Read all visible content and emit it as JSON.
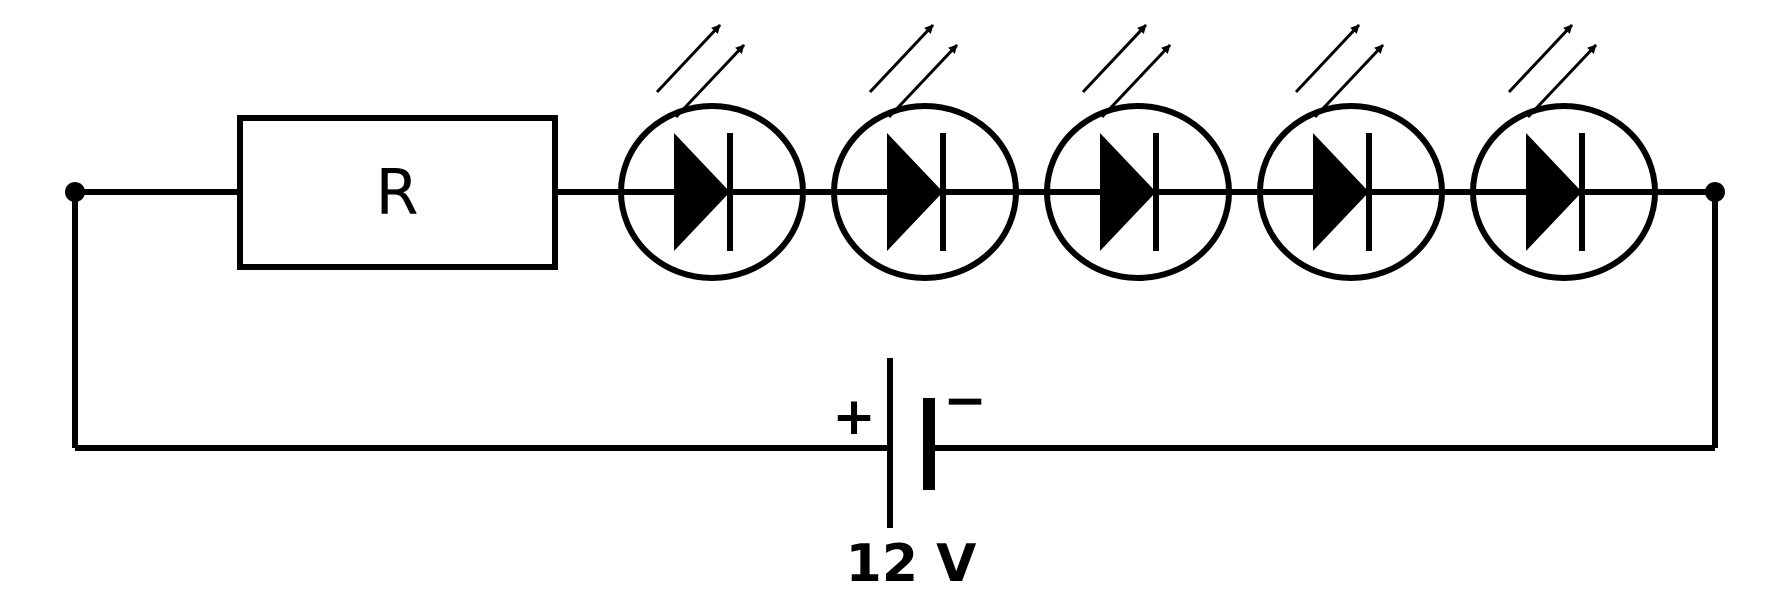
{
  "resistor": {
    "label": "R"
  },
  "battery": {
    "positive": "+",
    "negative": "−",
    "voltage": "12 V"
  },
  "leds": [
    {
      "id": "led-1"
    },
    {
      "id": "led-2"
    },
    {
      "id": "led-3"
    },
    {
      "id": "led-4"
    },
    {
      "id": "led-5"
    }
  ],
  "colors": {
    "stroke": "#000000",
    "background": "#ffffff"
  }
}
